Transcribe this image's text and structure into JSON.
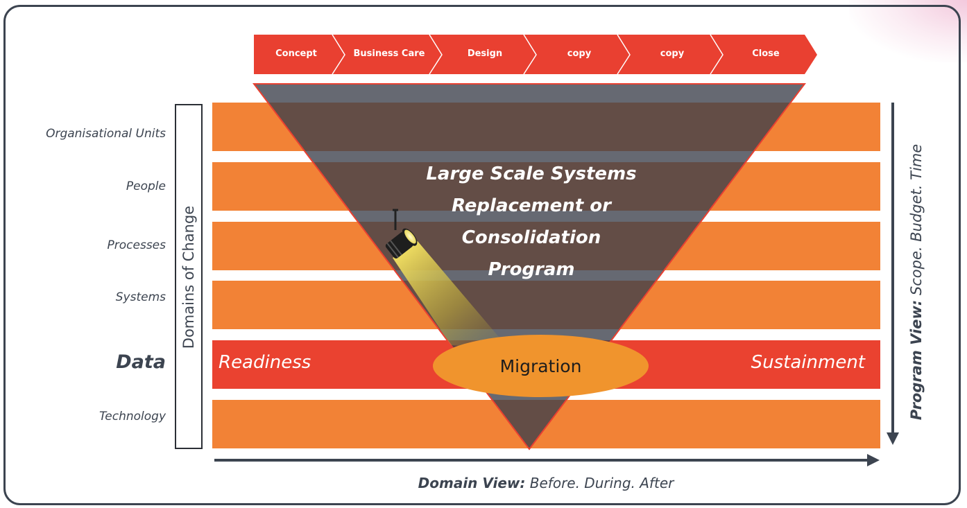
{
  "phases": [
    "Concept",
    "Business Care",
    "Design",
    "copy",
    "copy",
    "Close"
  ],
  "domains": {
    "title": "Domains of Change",
    "rows": [
      "Organisational Units",
      "People",
      "Processes",
      "Systems",
      "Data",
      "Technology"
    ]
  },
  "program": {
    "title_line1": "Large Scale Systems",
    "title_line2": "Replacement or",
    "title_line3": "Consolidation",
    "title_line4": "Program"
  },
  "data_band": {
    "left": "Readiness",
    "center": "Migration",
    "right": "Sustainment"
  },
  "axes": {
    "domain_view_label": "Domain View:",
    "domain_view_text": " Before. During. After",
    "program_view_label": "Program View:",
    "program_view_text": " Scope. Budget. Time"
  },
  "colors": {
    "band_orange": "#f28236",
    "data_band_red": "#ea4230",
    "chevron_red": "#e94031",
    "triangle": "#54473f",
    "migration_oval": "#f0942d",
    "text_dark": "#3c4450"
  },
  "icons": [
    "spotlight-icon"
  ]
}
